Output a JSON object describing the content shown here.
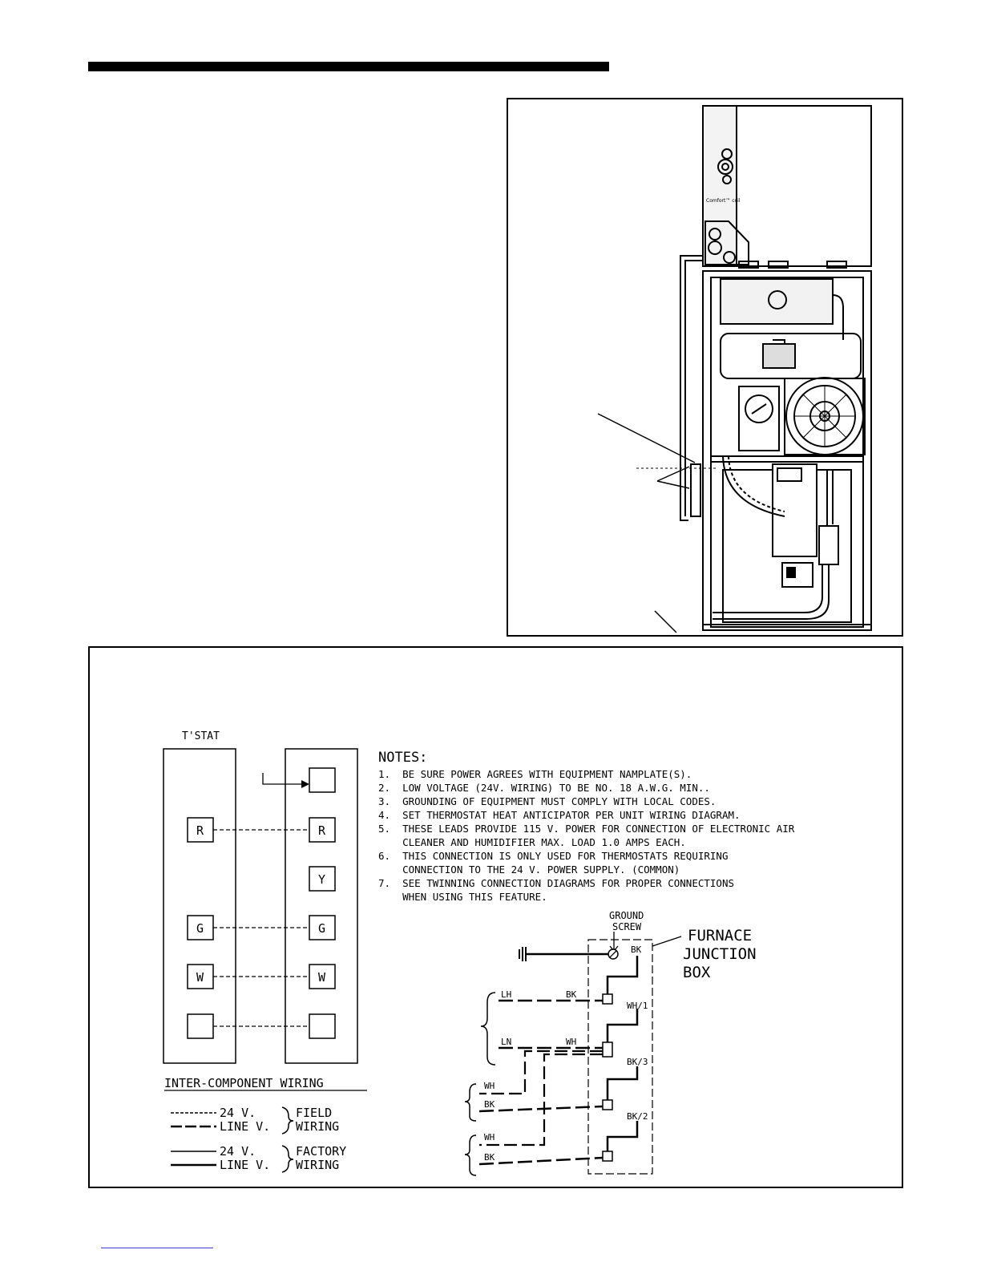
{
  "wiring": {
    "tstat_label": "T'STAT",
    "tstat_terminals": [
      "R",
      "G",
      "W",
      ""
    ],
    "furnace_terminals": [
      "",
      "R",
      "Y",
      "G",
      "W",
      ""
    ],
    "notes_title": "NOTES:",
    "notes": [
      "1.  BE SURE POWER AGREES WITH EQUIPMENT NAMPLATE(S).",
      "2.  LOW VOLTAGE (24V. WIRING) TO BE NO. 18 A.W.G. MIN..",
      "3.  GROUNDING OF EQUIPMENT MUST COMPLY WITH LOCAL CODES.",
      "4.  SET THERMOSTAT HEAT ANTICIPATOR PER UNIT WIRING DIAGRAM.",
      "5.  THESE LEADS PROVIDE 115 V. POWER FOR CONNECTION OF ELECTRONIC AIR",
      "    CLEANER AND HUMIDIFIER MAX. LOAD 1.0 AMPS EACH.",
      "6.  THIS CONNECTION IS ONLY USED FOR THERMOSTATS REQUIRING",
      "    CONNECTION TO THE 24 V. POWER SUPPLY. (COMMON)",
      "7.  SEE TWINNING CONNECTION DIAGRAMS FOR PROPER CONNECTIONS",
      "    WHEN USING THIS FEATURE."
    ],
    "legend_title": "INTER-COMPONENT WIRING",
    "legend": {
      "v24": "24 V.",
      "line_v": "LINE V.",
      "field": [
        "FIELD",
        "WIRING"
      ],
      "factory": [
        "FACTORY",
        "WIRING"
      ]
    },
    "junction": {
      "ground_screw": [
        "GROUND",
        "SCREW"
      ],
      "box_label": [
        "FURNACE",
        "JUNCTION",
        "BOX"
      ],
      "wire_labels": {
        "bk_top": "BK",
        "lh": "LH",
        "bk_lh": "BK",
        "wh1": "WH/1",
        "ln": "LN",
        "wh_ln": "WH",
        "bk3": "BK/3",
        "wh_a": "WH",
        "bk_a": "BK",
        "bk2": "BK/2",
        "wh_b": "WH",
        "bk_b": "BK"
      }
    }
  },
  "photo": {
    "coil_brand": "Comfort™ coil"
  }
}
